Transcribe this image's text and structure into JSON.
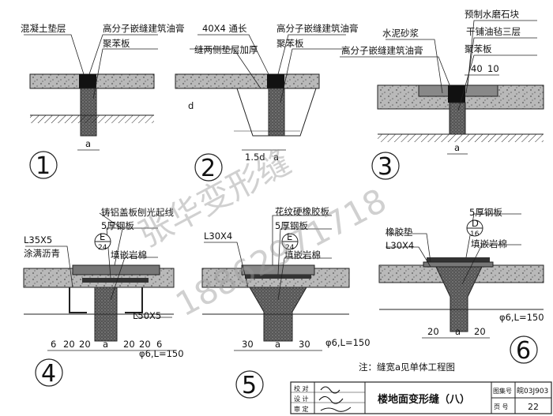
{
  "sheet": {
    "title": "楼地面变形缝（八）",
    "atlas_label": "图集号",
    "atlas_no": "皖03J903",
    "page_label": "页 号",
    "page_no": "22",
    "row_labels": [
      "校 对",
      "设 计",
      "审 定"
    ],
    "note": "注：缝宽a见单体工程图",
    "watermark_line1": "张华变形缝",
    "watermark_line2": "18862971718"
  },
  "details": {
    "d1": {
      "number": "1",
      "labels": [
        "混凝土垫层",
        "高分子嵌缝建筑油膏",
        "聚苯板"
      ],
      "dims": [
        "a"
      ]
    },
    "d2": {
      "number": "2",
      "labels": [
        "40X4 通长",
        "高分子嵌缝建筑油膏",
        "缝两侧垫层加厚",
        "聚苯板"
      ],
      "dims": [
        "d",
        "1.5d",
        "a"
      ]
    },
    "d3": {
      "number": "3",
      "labels": [
        "预制水磨石块",
        "干铺油毡三层",
        "水泥砂浆",
        "高分子嵌缝建筑油膏",
        "聚苯板"
      ],
      "dims": [
        "40",
        "10",
        "a"
      ]
    },
    "d4": {
      "number": "4",
      "labels": [
        "铸铝盖板刨光起线",
        "5厚钢板",
        "L35X5",
        "涂满沥青",
        "填嵌岩棉",
        "L50X5"
      ],
      "ref": {
        "top": "E",
        "bottom": "24"
      },
      "dims": [
        "6",
        "20",
        "20",
        "a",
        "20",
        "20",
        "6",
        "φ6,L=150"
      ]
    },
    "d5": {
      "number": "5",
      "labels": [
        "花纹硬橡胶板",
        "5厚钢板",
        "L30X4",
        "填嵌岩棉"
      ],
      "ref": {
        "top": "E",
        "bottom": "24"
      },
      "dims": [
        "30",
        "a",
        "30",
        "φ6,L=150"
      ]
    },
    "d6": {
      "number": "6",
      "labels": [
        "5厚钢板",
        "橡胶垫",
        "L30X4",
        "填嵌岩棉"
      ],
      "ref": {
        "top": "D",
        "bottom": "16"
      },
      "dims": [
        "20",
        "a",
        "20",
        "φ6,L=150"
      ]
    }
  }
}
